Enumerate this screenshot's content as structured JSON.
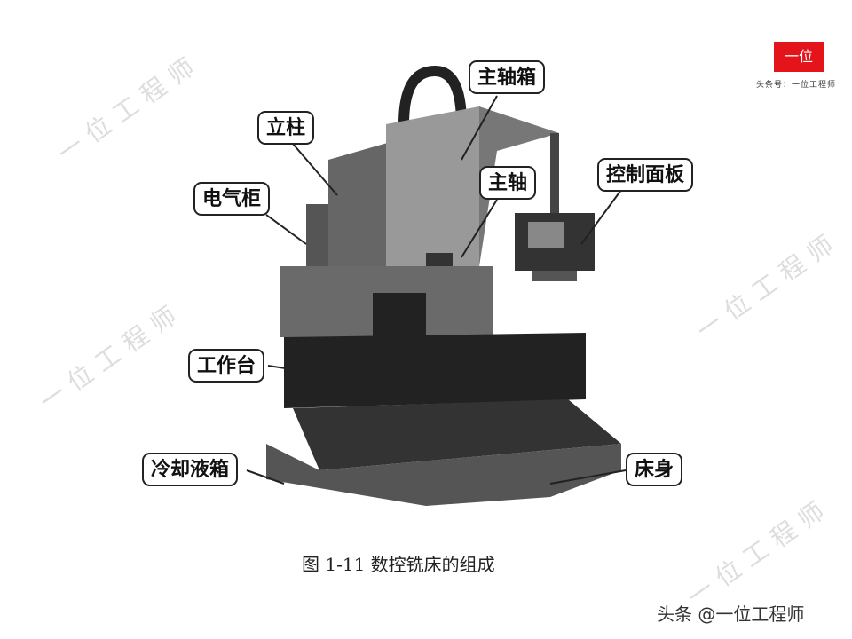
{
  "labels": {
    "spindle_box": "主轴箱",
    "column": "立柱",
    "spindle": "主轴",
    "control_panel": "控制面板",
    "electrical_cabinet": "电气柜",
    "worktable": "工作台",
    "coolant_tank": "冷却液箱",
    "bed": "床身"
  },
  "caption": "图 1-11   数控铣床的组成",
  "logo": {
    "text": "一位",
    "subtitle": "头条号：一位工程师",
    "color": "#e4141b"
  },
  "watermark": "头条 @一位工程师",
  "ghost_watermark": "一位工程师"
}
